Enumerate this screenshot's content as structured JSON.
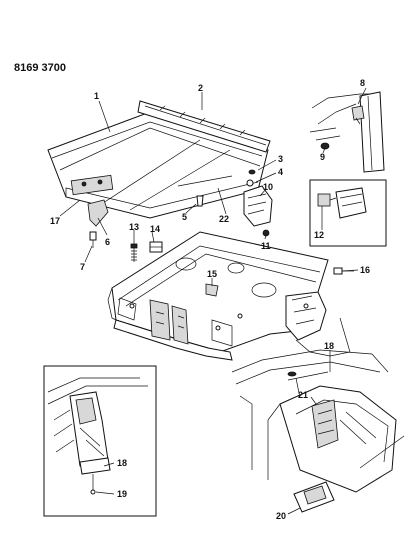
{
  "diagram_code": "8169 3700",
  "callouts": {
    "c1": "1",
    "c2": "2",
    "c3": "3",
    "c4": "4",
    "c5": "5",
    "c6": "6",
    "c7": "7",
    "c8": "8",
    "c9": "9",
    "c10": "10",
    "c11": "11",
    "c12": "12",
    "c13": "13",
    "c14": "14",
    "c15": "15",
    "c16": "16",
    "c17": "17",
    "c18a": "18",
    "c18b": "18",
    "c19": "19",
    "c20": "20",
    "c21": "21",
    "c22": "22"
  }
}
